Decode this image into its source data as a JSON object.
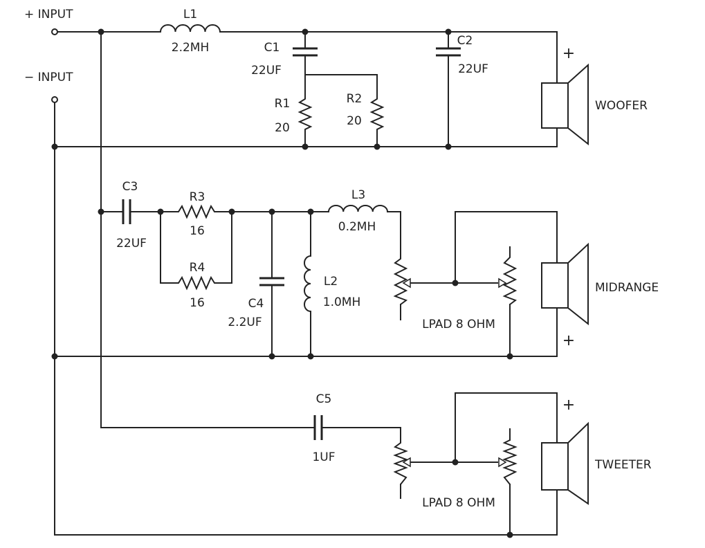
{
  "inputs": {
    "plus": "+ INPUT",
    "minus": "− INPUT"
  },
  "components": {
    "L1": {
      "name": "L1",
      "value": "2.2MH"
    },
    "C1": {
      "name": "C1",
      "value": "22UF"
    },
    "C2": {
      "name": "C2",
      "value": "22UF"
    },
    "R1": {
      "name": "R1",
      "value": "20"
    },
    "R2": {
      "name": "R2",
      "value": "20"
    },
    "C3": {
      "name": "C3",
      "value": "22UF"
    },
    "R3": {
      "name": "R3",
      "value": "16"
    },
    "R4": {
      "name": "R4",
      "value": "16"
    },
    "C4": {
      "name": "C4",
      "value": "2.2UF"
    },
    "L2": {
      "name": "L2",
      "value": "1.0MH"
    },
    "L3": {
      "name": "L3",
      "value": "0.2MH"
    },
    "C5": {
      "name": "C5",
      "value": "1UF"
    }
  },
  "lpad": {
    "mid": "LPAD 8 OHM",
    "tweet": "LPAD 8 OHM"
  },
  "speakers": {
    "woofer": "WOOFER",
    "midrange": "MIDRANGE",
    "tweeter": "TWEETER"
  },
  "polarity": {
    "woofer": "+",
    "midrange": "+",
    "tweeter": "+"
  },
  "colors": {
    "ink": "#222222",
    "background": "#ffffff"
  }
}
